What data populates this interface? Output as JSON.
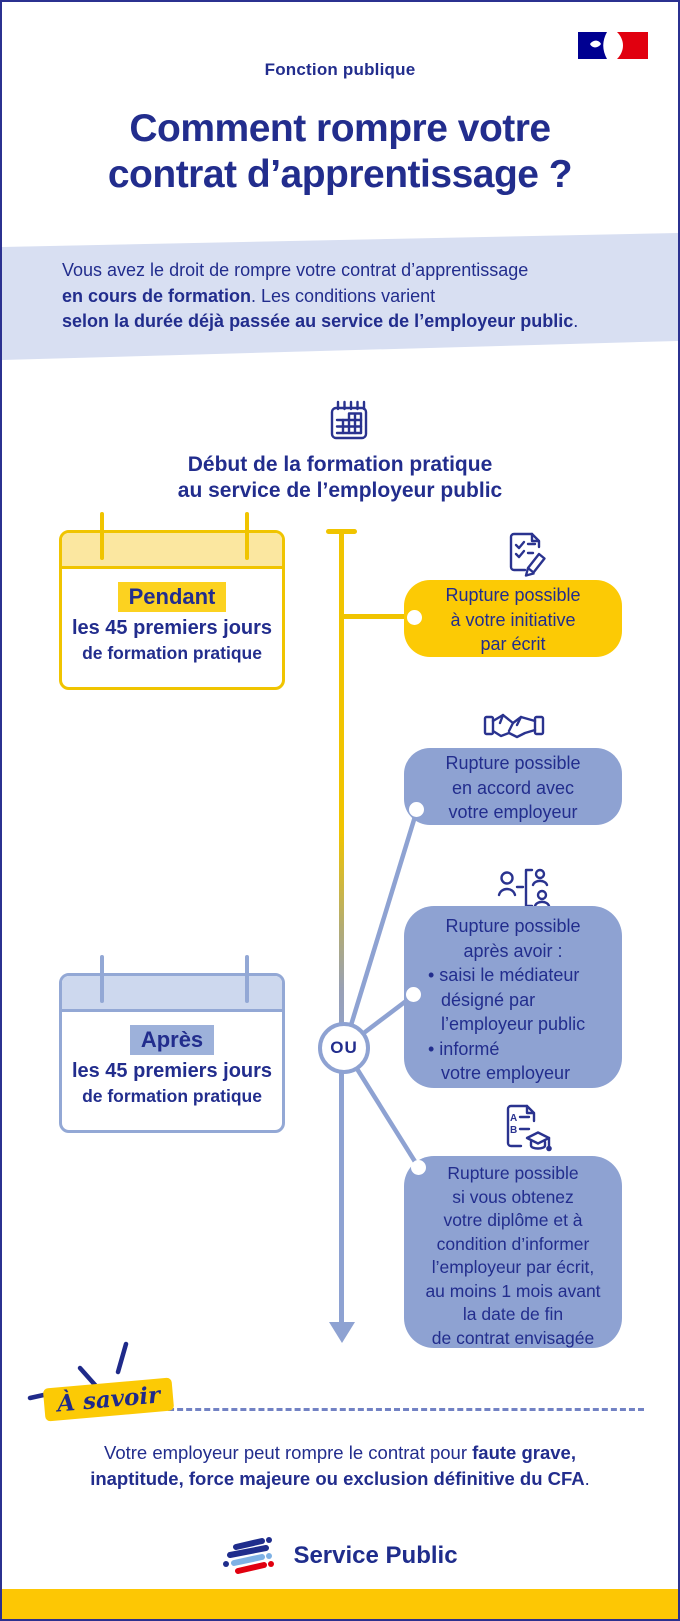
{
  "colors": {
    "navy_text": "#222d8d",
    "accent_yellow": "#fcca05",
    "yellow_border": "#f0c400",
    "bubble_blue": "#8ea2d2",
    "blue_border": "#93a8d5",
    "band_lavender": "#d8dff2",
    "flag_blue": "#000091",
    "flag_red": "#e1000f",
    "logo_light_blue": "#7fb2e5",
    "bottom_bar_yellow": "#fdc704"
  },
  "icons": {
    "flag": "marianne-flag-icon",
    "calendar": "calendar-grid-icon",
    "bubble1": "document-check-pen-icon",
    "bubble2": "handshake-icon",
    "bubble3": "mediator-people-icon",
    "bubble4": "diploma-icon",
    "sparkle": "sparkle-dashes-icon",
    "brand": "service-public-mark-icon"
  },
  "header": {
    "category": "Fonction publique",
    "title_line1": "Comment rompre votre",
    "title_line2": "contrat d’apprentissage ?"
  },
  "intro": {
    "line1": "Vous avez le droit de rompre votre contrat d’apprentissage",
    "line2_bold": "en cours de formation",
    "line2_rest": ". Les conditions varient",
    "line3_bold": "selon la durée déjà passée au service de l’employeur public",
    "line3_rest": "."
  },
  "timeline": {
    "start_line1": "Début de la formation pratique",
    "start_line2": "au service de l’employeur public",
    "or_label": "OU"
  },
  "cards": [
    {
      "highlight": "Pendant",
      "line1": "les 45 premiers jours",
      "line2": "de formation pratique"
    },
    {
      "highlight": "Après",
      "line1": "les 45 premiers jours",
      "line2": "de formation pratique"
    }
  ],
  "bubbles": [
    {
      "line1": "Rupture possible",
      "line2": "à votre initiative",
      "line3": "par écrit"
    },
    {
      "line1": "Rupture possible",
      "line2": "en accord avec",
      "line3": "votre employeur"
    },
    {
      "line1": "Rupture possible",
      "line2": "après avoir :",
      "line3": "• saisi le médiateur",
      "line4": "désigné par",
      "line5": "l’employeur public",
      "line6": "• informé",
      "line7": "votre employeur"
    },
    {
      "line1": "Rupture possible",
      "line2": "si vous obtenez",
      "line3": "votre diplôme et à",
      "line4": "condition d’informer",
      "line5": "l’employeur par écrit,",
      "line6": "au moins 1 mois avant",
      "line7": "la date de fin",
      "line8": "de contrat envisagée"
    }
  ],
  "note": {
    "badge": "À savoir",
    "part1": "Votre employeur peut rompre le contrat pour ",
    "bold1": "faute grave, inaptitude, force majeure ou exclusion définitive du CFA",
    "part2": "."
  },
  "footer": {
    "brand": "Service Public"
  }
}
